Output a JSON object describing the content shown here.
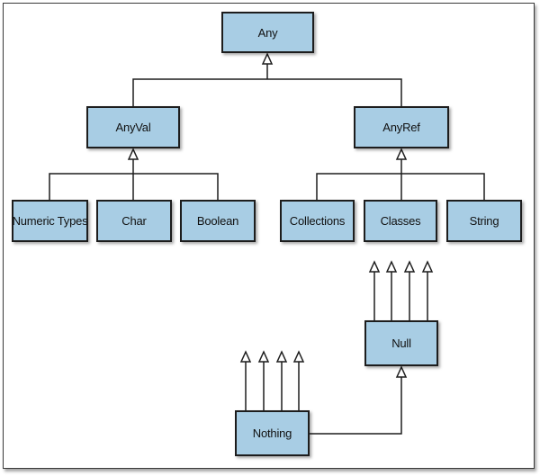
{
  "colors": {
    "node_fill": "#a8cde4",
    "node_border": "#1d1d1d",
    "edge": "#1d1d1d",
    "frame_border": "#3a3a3a"
  },
  "nodes": {
    "any": "Any",
    "anyval": "AnyVal",
    "anyref": "AnyRef",
    "numeric_types": "Numeric Types",
    "char": "Char",
    "boolean": "Boolean",
    "collections": "Collections",
    "classes": "Classes",
    "string": "String",
    "null": "Null",
    "nothing": "Nothing"
  }
}
